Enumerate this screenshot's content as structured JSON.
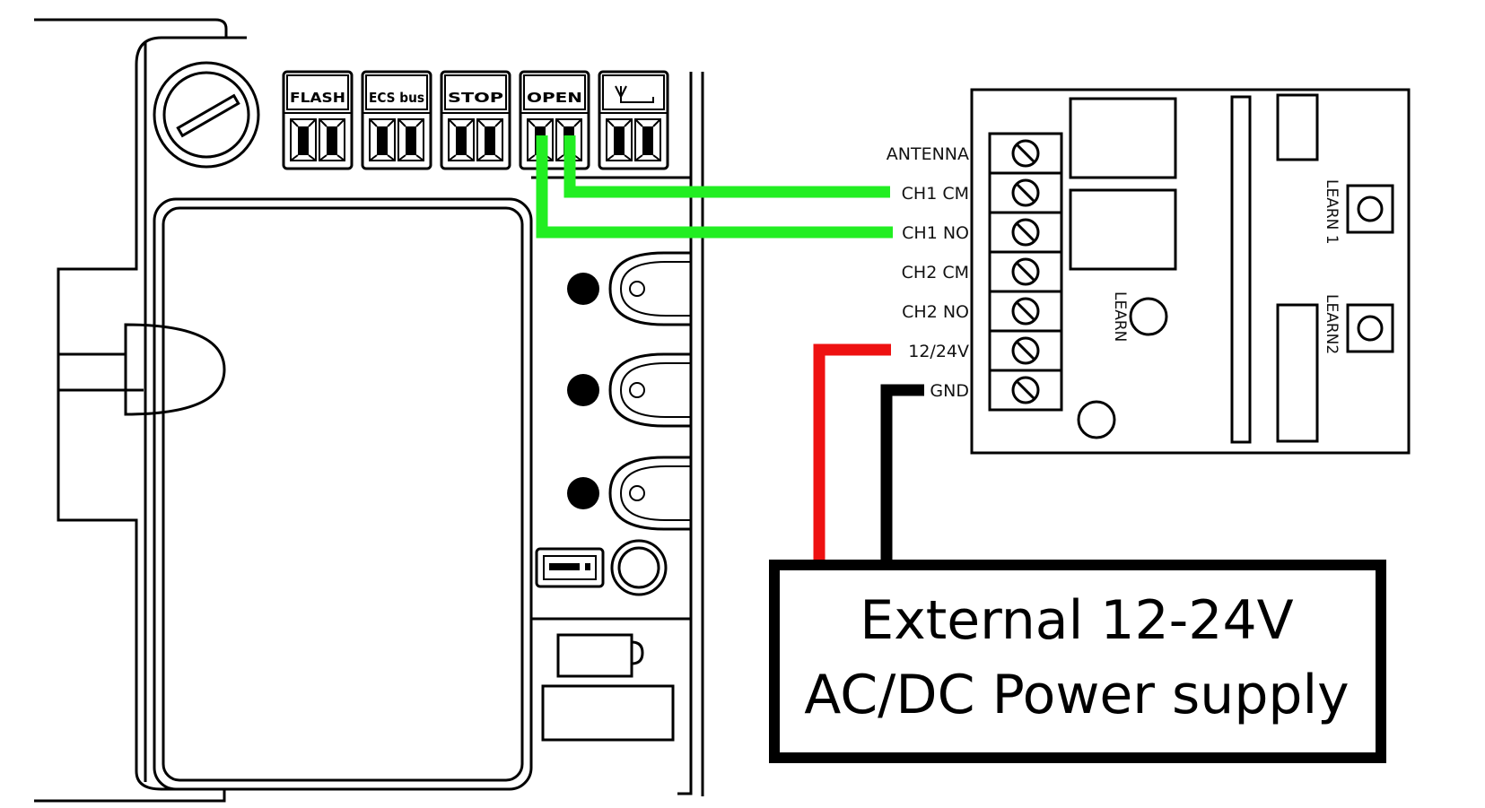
{
  "controller": {
    "terminals": [
      {
        "id": "flash",
        "label": "FLASH"
      },
      {
        "id": "ecs-bus",
        "label": "ECS bus"
      },
      {
        "id": "stop",
        "label": "STOP"
      },
      {
        "id": "open",
        "label": "OPEN"
      },
      {
        "id": "antenna-symbol",
        "label": ""
      }
    ]
  },
  "receiver": {
    "pins": [
      {
        "id": "antenna",
        "label": "ANTENNA"
      },
      {
        "id": "ch1-cm",
        "label": "CH1 CM"
      },
      {
        "id": "ch1-no",
        "label": "CH1 NO"
      },
      {
        "id": "ch2-cm",
        "label": "CH2 CM"
      },
      {
        "id": "ch2-no",
        "label": "CH2 NO"
      },
      {
        "id": "power",
        "label": "12/24V"
      },
      {
        "id": "gnd",
        "label": "GND"
      }
    ],
    "learn_label": "LEARN",
    "learn1_label": "LEARN 1",
    "learn2_label": "LEARN2"
  },
  "power_supply": {
    "line1": "External 12-24V",
    "line2": "AC/DC Power supply"
  },
  "wires": {
    "signal_color": "#22ee22",
    "positive_color": "#ee1111",
    "ground_color": "#000000"
  }
}
